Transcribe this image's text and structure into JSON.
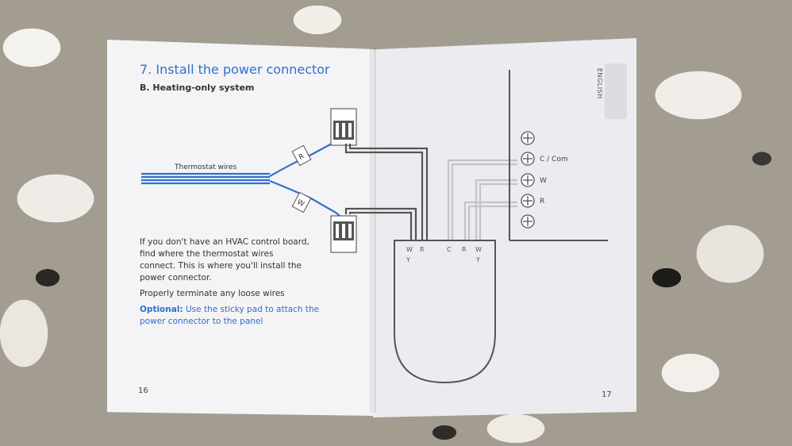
{
  "left_page": {
    "title": "7. Install the power connector",
    "subtitle": "B. Heating-only system",
    "wires_label": "Thermostat wires",
    "wire_tag_r": "R",
    "wire_tag_w": "W",
    "body_paragraph": "If you don't have an HVAC control board, find where the thermostat wires connect. This is where you'll install the power connector.",
    "terminate_note": "Properly terminate any loose wires",
    "optional_label": "Optional:",
    "optional_text": "Use the sticky pad to attach the power connector to the panel",
    "page_number": "16"
  },
  "right_page": {
    "language_tab": "ENGLISH",
    "terminal_labels": [
      "C / Com",
      "W",
      "R"
    ],
    "connector_terminals": {
      "w": "W",
      "r": "R",
      "y": "Y",
      "c": "C",
      "r2": "R",
      "w2": "W",
      "y2": "Y"
    },
    "page_number": "17"
  },
  "colors": {
    "accent_blue": "#2f6fd0",
    "wire_gray": "#555555",
    "wire_light": "#c4c4c8"
  }
}
